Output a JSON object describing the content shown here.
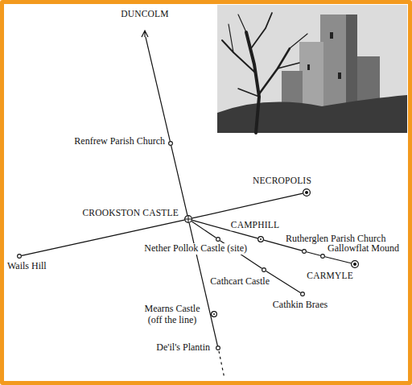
{
  "diagram": {
    "nodes": [
      {
        "text": [
          "DUNCOLM"
        ]
      },
      {
        "text": [
          "Renfrew Parish Church"
        ]
      },
      {
        "text": [
          "NECROPOLIS"
        ]
      },
      {
        "text": [
          "CROOKSTON CASTLE"
        ]
      },
      {
        "text": [
          "CAMPHILL"
        ]
      },
      {
        "text": [
          "Rutherglen Parish Church"
        ]
      },
      {
        "text": [
          "Gallowflat Mound"
        ]
      },
      {
        "text": [
          "Wails Hill"
        ]
      },
      {
        "text": [
          "Nether Pollok Castle (site)"
        ]
      },
      {
        "text": [
          "CARMYLE"
        ]
      },
      {
        "text": [
          "Cathcart Castle"
        ]
      },
      {
        "text": [
          "Cathkin Braes"
        ]
      },
      {
        "text": [
          "Mearns Castle (off the line)"
        ]
      },
      {
        "text": [
          "De'il's Plantin"
        ]
      }
    ],
    "edges": [
      {
        "from": 0,
        "to": 1,
        "arrow": "none"
      },
      {
        "from": 1,
        "to": 3,
        "arrow": "none"
      },
      {
        "from": 3,
        "to": 13,
        "arrow": "none"
      },
      {
        "from": 7,
        "to": 3,
        "arrow": "none"
      },
      {
        "from": 3,
        "to": 2,
        "arrow": "none"
      },
      {
        "from": 3,
        "to": 4,
        "arrow": "none"
      },
      {
        "from": 4,
        "to": 5,
        "arrow": "none"
      },
      {
        "from": 5,
        "to": 6,
        "arrow": "none"
      },
      {
        "from": 6,
        "to": 9,
        "arrow": "none"
      },
      {
        "from": 3,
        "to": 8,
        "arrow": "none"
      },
      {
        "from": 8,
        "to": 10,
        "arrow": "none"
      },
      {
        "from": 10,
        "to": 11,
        "arrow": "none"
      }
    ]
  }
}
